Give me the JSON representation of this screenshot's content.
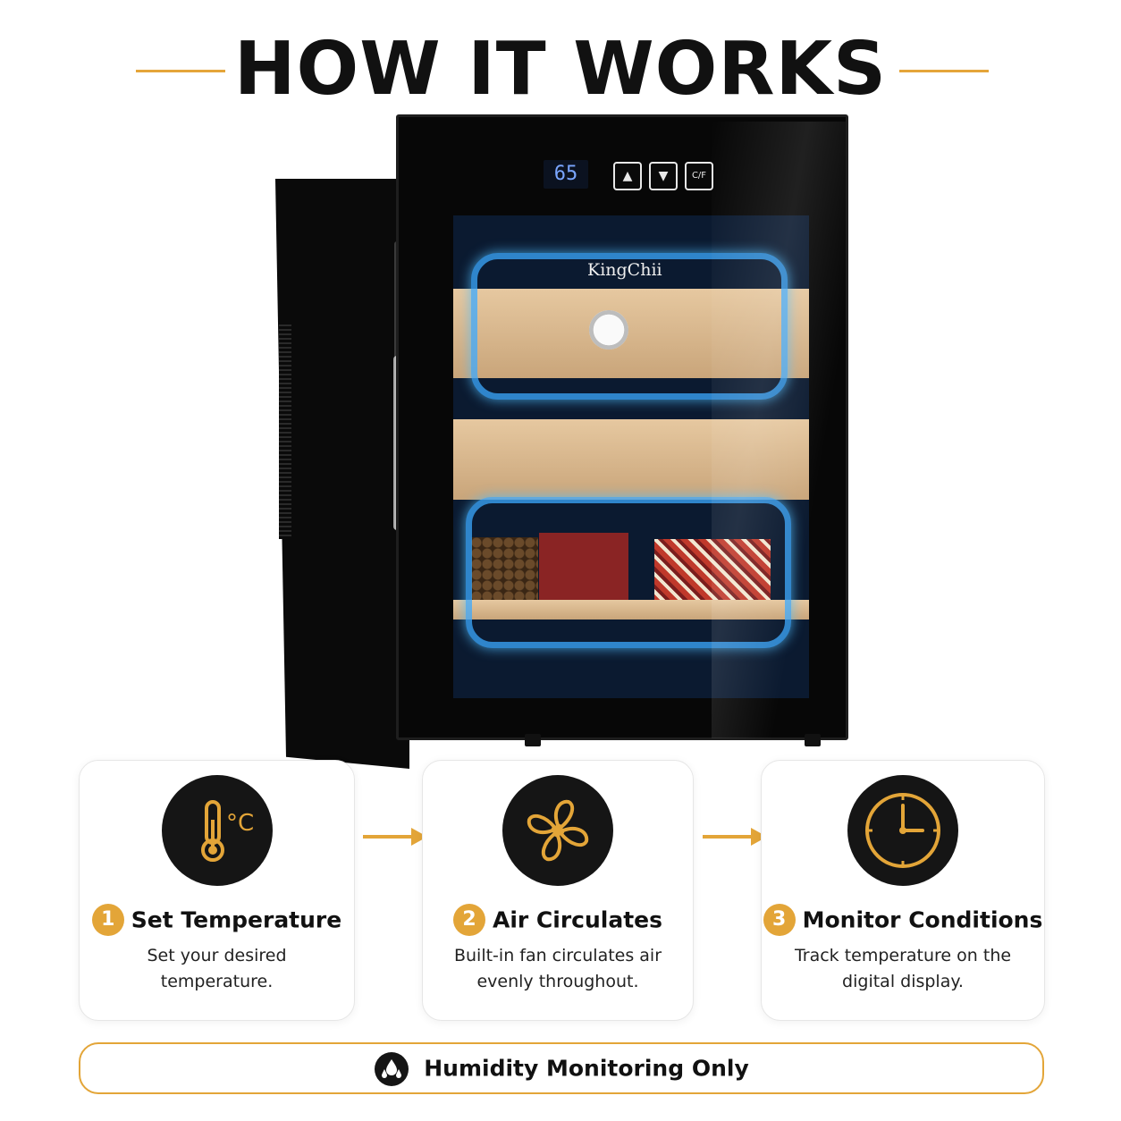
{
  "header": {
    "title": "HOW IT WORKS",
    "accent_color": "#e3a538"
  },
  "product": {
    "display_value": "65",
    "brand": "KingChii",
    "buttons": {
      "up_icon": "triangle-up-icon",
      "down_icon": "triangle-down-icon",
      "unit_label": "C/F"
    }
  },
  "steps": [
    {
      "number": "1",
      "label": "Set Temperature",
      "description": "Set your desired temperature.",
      "icon": "thermometer-icon",
      "unit": "°C"
    },
    {
      "number": "2",
      "label": "Air Circulates",
      "description": "Built-in fan circulates air evenly throughout.",
      "icon": "fan-icon"
    },
    {
      "number": "3",
      "label": "Monitor Conditions",
      "description": "Track temperature on the digital display.",
      "icon": "clock-icon"
    }
  ],
  "banner": {
    "text": "Humidity Monitoring Only",
    "icon": "humidity-drops-icon"
  }
}
